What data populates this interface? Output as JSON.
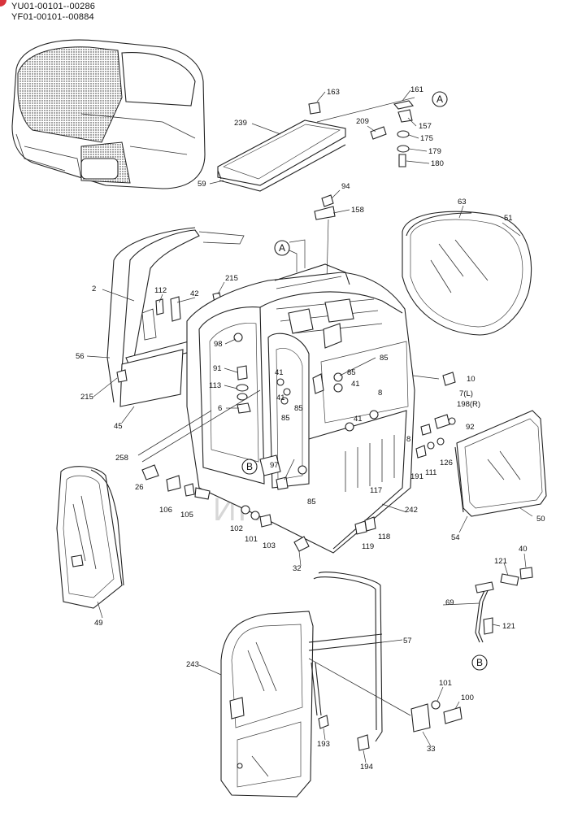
{
  "header": {
    "line1": "YU01-00101--00286",
    "line2": "YF01-00101--00884"
  },
  "watermark": "ИНТЕК",
  "callouts": {
    "a1": "A",
    "a2": "A",
    "b1": "B",
    "b2": "B"
  },
  "part_labels": [
    "163",
    "161",
    "157",
    "175",
    "179",
    "180",
    "209",
    "239",
    "59",
    "94",
    "158",
    "63",
    "51",
    "2",
    "112",
    "42",
    "215",
    "56",
    "215",
    "45",
    "98",
    "91",
    "113",
    "6",
    "41",
    "85",
    "41",
    "85",
    "85",
    "85",
    "41",
    "8",
    "10",
    "7(L)",
    "198(R)",
    "92",
    "8",
    "126",
    "111",
    "191",
    "41",
    "97",
    "117",
    "242",
    "50",
    "54",
    "258",
    "26",
    "106",
    "105",
    "102",
    "101",
    "103",
    "85",
    "119",
    "118",
    "32",
    "49",
    "121",
    "40",
    "69",
    "121",
    "57",
    "243",
    "101",
    "100",
    "193",
    "194",
    "33"
  ],
  "icons": {
    "callout": "circle-letter-icon",
    "watermark": "gear-watermark-icon"
  },
  "colors": {
    "line": "#222222",
    "watermark": "#f2b9b9",
    "corner_badge": "#d8343c"
  }
}
